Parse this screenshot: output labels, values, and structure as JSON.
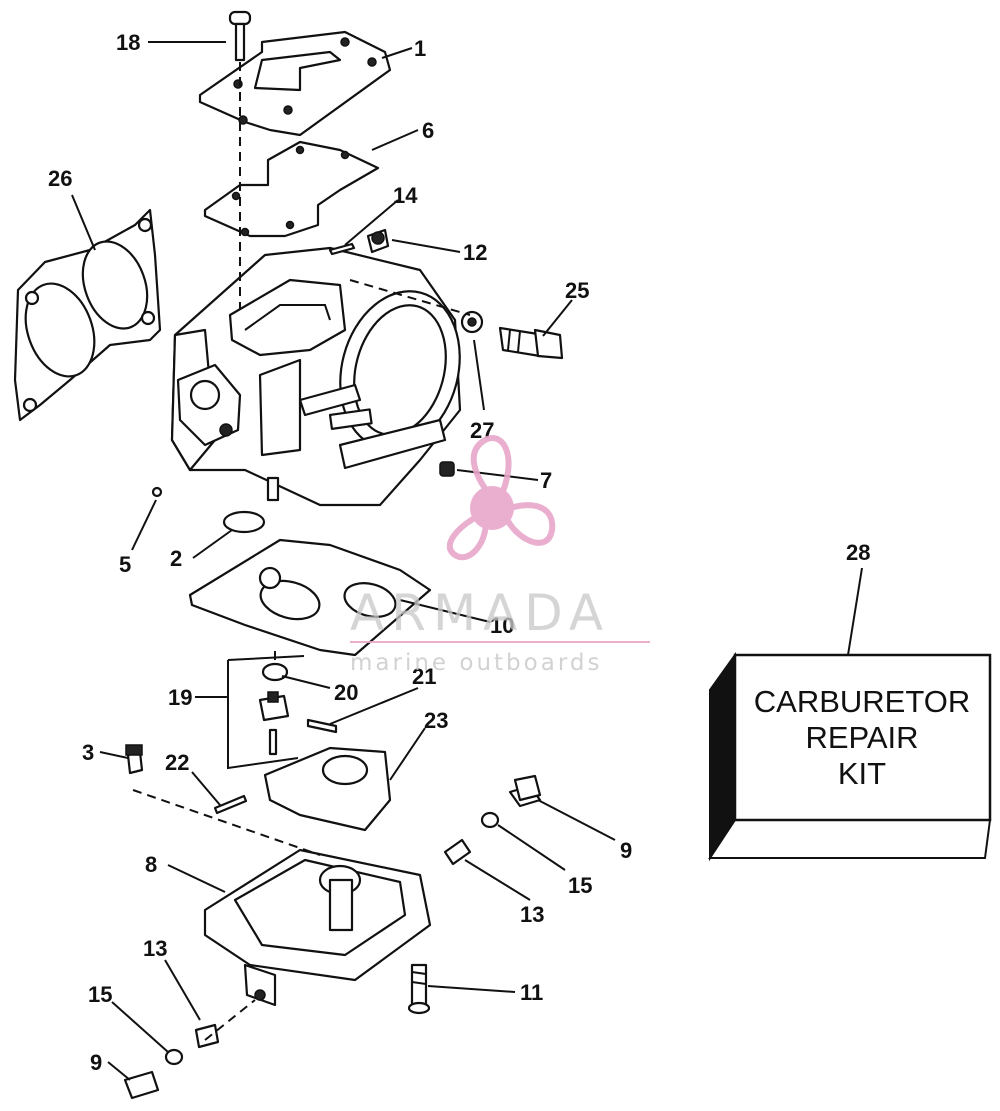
{
  "callouts": {
    "c1": "1",
    "c2": "2",
    "c3": "3",
    "c5": "5",
    "c6": "6",
    "c7": "7",
    "c8": "8",
    "c9a": "9",
    "c9b": "9",
    "c10": "10",
    "c11": "11",
    "c12": "12",
    "c13a": "13",
    "c13b": "13",
    "c14": "14",
    "c15a": "15",
    "c15b": "15",
    "c18": "18",
    "c19": "19",
    "c20": "20",
    "c21": "21",
    "c22": "22",
    "c23": "23",
    "c25": "25",
    "c26": "26",
    "c27": "27",
    "c28": "28"
  },
  "kit_box": {
    "line1": "CARBURETOR",
    "line2": "REPAIR",
    "line3": "KIT"
  },
  "watermark": {
    "title": "ARMADA",
    "subtitle": "marine outboards",
    "logo_icon": "propeller-icon",
    "color": "#e8a6c9"
  }
}
